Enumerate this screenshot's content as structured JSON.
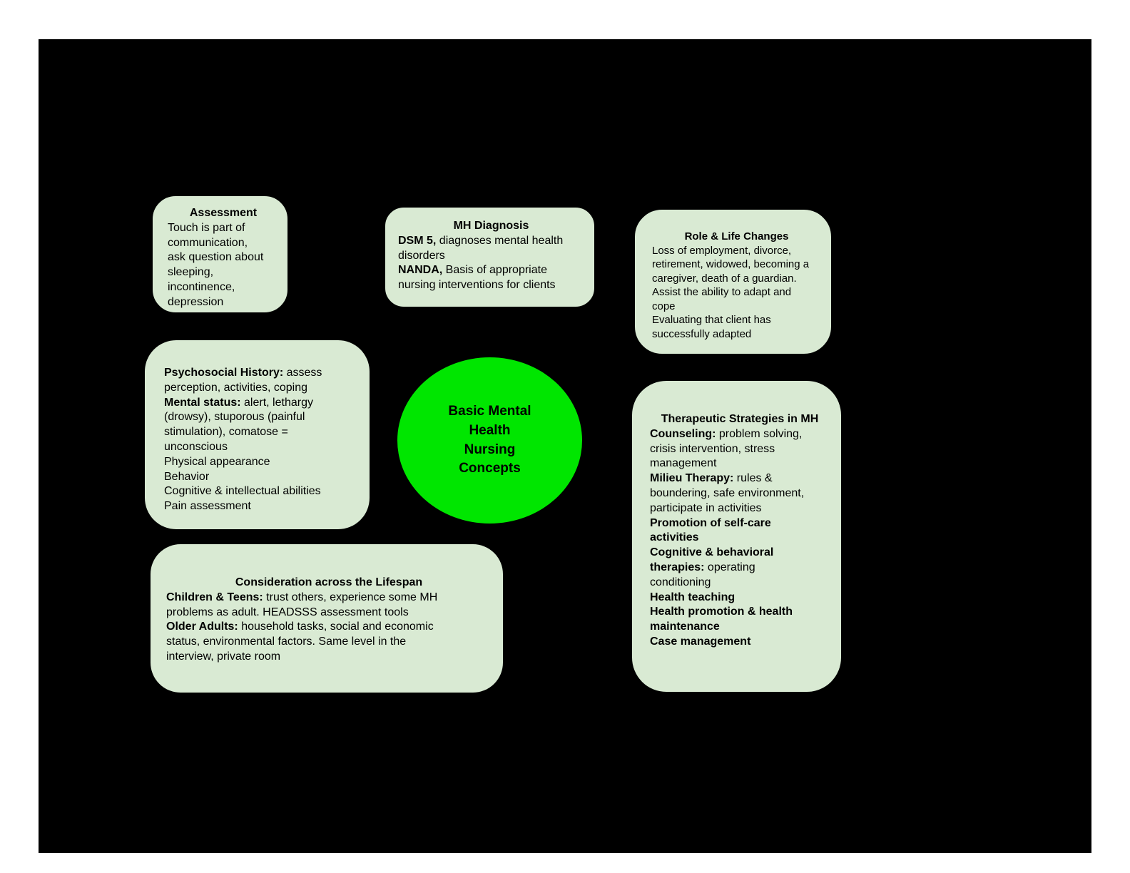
{
  "page": {
    "background_color": "#ffffff",
    "canvas_color": "#000000",
    "node_fill_color": "#d9ead3",
    "node_border_color": "#000000",
    "text_color": "#000000"
  },
  "center_node": {
    "label": "Basic Mental\nHealth\nNursing\nConcepts",
    "fill_color": "#00e600"
  },
  "nodes": {
    "assessment": {
      "title": "Assessment",
      "content": [
        {
          "bold": false,
          "text": "Touch is part of\ncommunication,\nask question about\nsleeping,\nincontinence,\ndepression"
        }
      ]
    },
    "mh_diagnosis": {
      "title": "MH Diagnosis",
      "content": [
        {
          "bold": true,
          "text": "DSM 5,"
        },
        {
          "bold": false,
          "text": " diagnoses mental health\ndisorders\n"
        },
        {
          "bold": true,
          "text": "NANDA,"
        },
        {
          "bold": false,
          "text": " Basis of appropriate\nnursing interventions for clients"
        }
      ]
    },
    "role_life_changes": {
      "title": "Role & Life Changes",
      "content": [
        {
          "bold": false,
          "text": "Loss of employment, divorce,\nretirement, widowed, becoming a\ncaregiver, death of a guardian.\nAssist the ability to adapt and\ncope\nEvaluating that client has\nsuccessfully adapted"
        }
      ]
    },
    "psychosocial_history": {
      "content": [
        {
          "bold": true,
          "text": "Psychosocial History:"
        },
        {
          "bold": false,
          "text": " assess\nperception, activities, coping\n"
        },
        {
          "bold": true,
          "text": "Mental status:"
        },
        {
          "bold": false,
          "text": " alert, lethargy\n(drowsy), stuporous (painful\nstimulation), comatose =\nunconscious\nPhysical appearance\nBehavior\nCognitive & intellectual abilities\nPain assessment"
        }
      ]
    },
    "consideration_lifespan": {
      "title": "Consideration across the Lifespan",
      "content": [
        {
          "bold": true,
          "text": "Children & Teens:"
        },
        {
          "bold": false,
          "text": " trust others, experience some MH\nproblems as adult. HEADSSS assessment tools\n"
        },
        {
          "bold": true,
          "text": "Older Adults:"
        },
        {
          "bold": false,
          "text": " household tasks, social and economic\nstatus, environmental factors. Same level in the\ninterview, private room"
        }
      ]
    },
    "therapeutic_strategies": {
      "title": "Therapeutic Strategies in MH",
      "content": [
        {
          "bold": true,
          "text": "Counseling:"
        },
        {
          "bold": false,
          "text": " problem solving,\ncrisis intervention, stress\nmanagement\n"
        },
        {
          "bold": true,
          "text": "Milieu Therapy:"
        },
        {
          "bold": false,
          "text": " rules &\nboundering, safe environment,\nparticipate in activities\n"
        },
        {
          "bold": true,
          "text": "Promotion of self-care\nactivities\n"
        },
        {
          "bold": true,
          "text": "Cognitive & behavioral\ntherapies:"
        },
        {
          "bold": false,
          "text": " operating\nconditioning\n"
        },
        {
          "bold": true,
          "text": "Health teaching\n"
        },
        {
          "bold": true,
          "text": "Health promotion & health\nmaintenance\n"
        },
        {
          "bold": true,
          "text": "Case management"
        }
      ]
    }
  }
}
